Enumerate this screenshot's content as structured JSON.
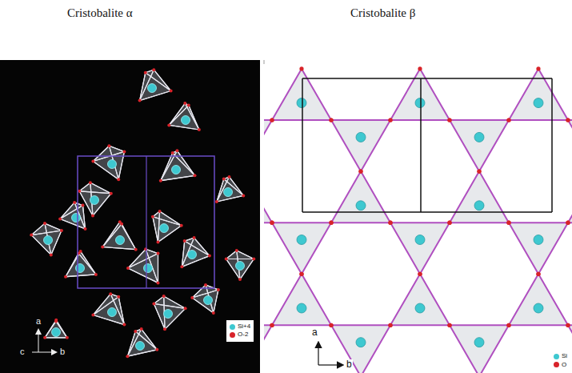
{
  "diagram": {
    "labels": [
      "Cristobalite α",
      "Cristobalite β",
      "a",
      "c",
      "b",
      "a",
      "b"
    ],
    "legend": [
      {
        "text": "Si+4",
        "color": "#3ec8d0"
      },
      {
        "text": "O-2",
        "color": "#d8232a"
      },
      {
        "text": "Si",
        "color": "#3ec8d0"
      },
      {
        "text": "O",
        "color": "#d8232a"
      }
    ]
  }
}
